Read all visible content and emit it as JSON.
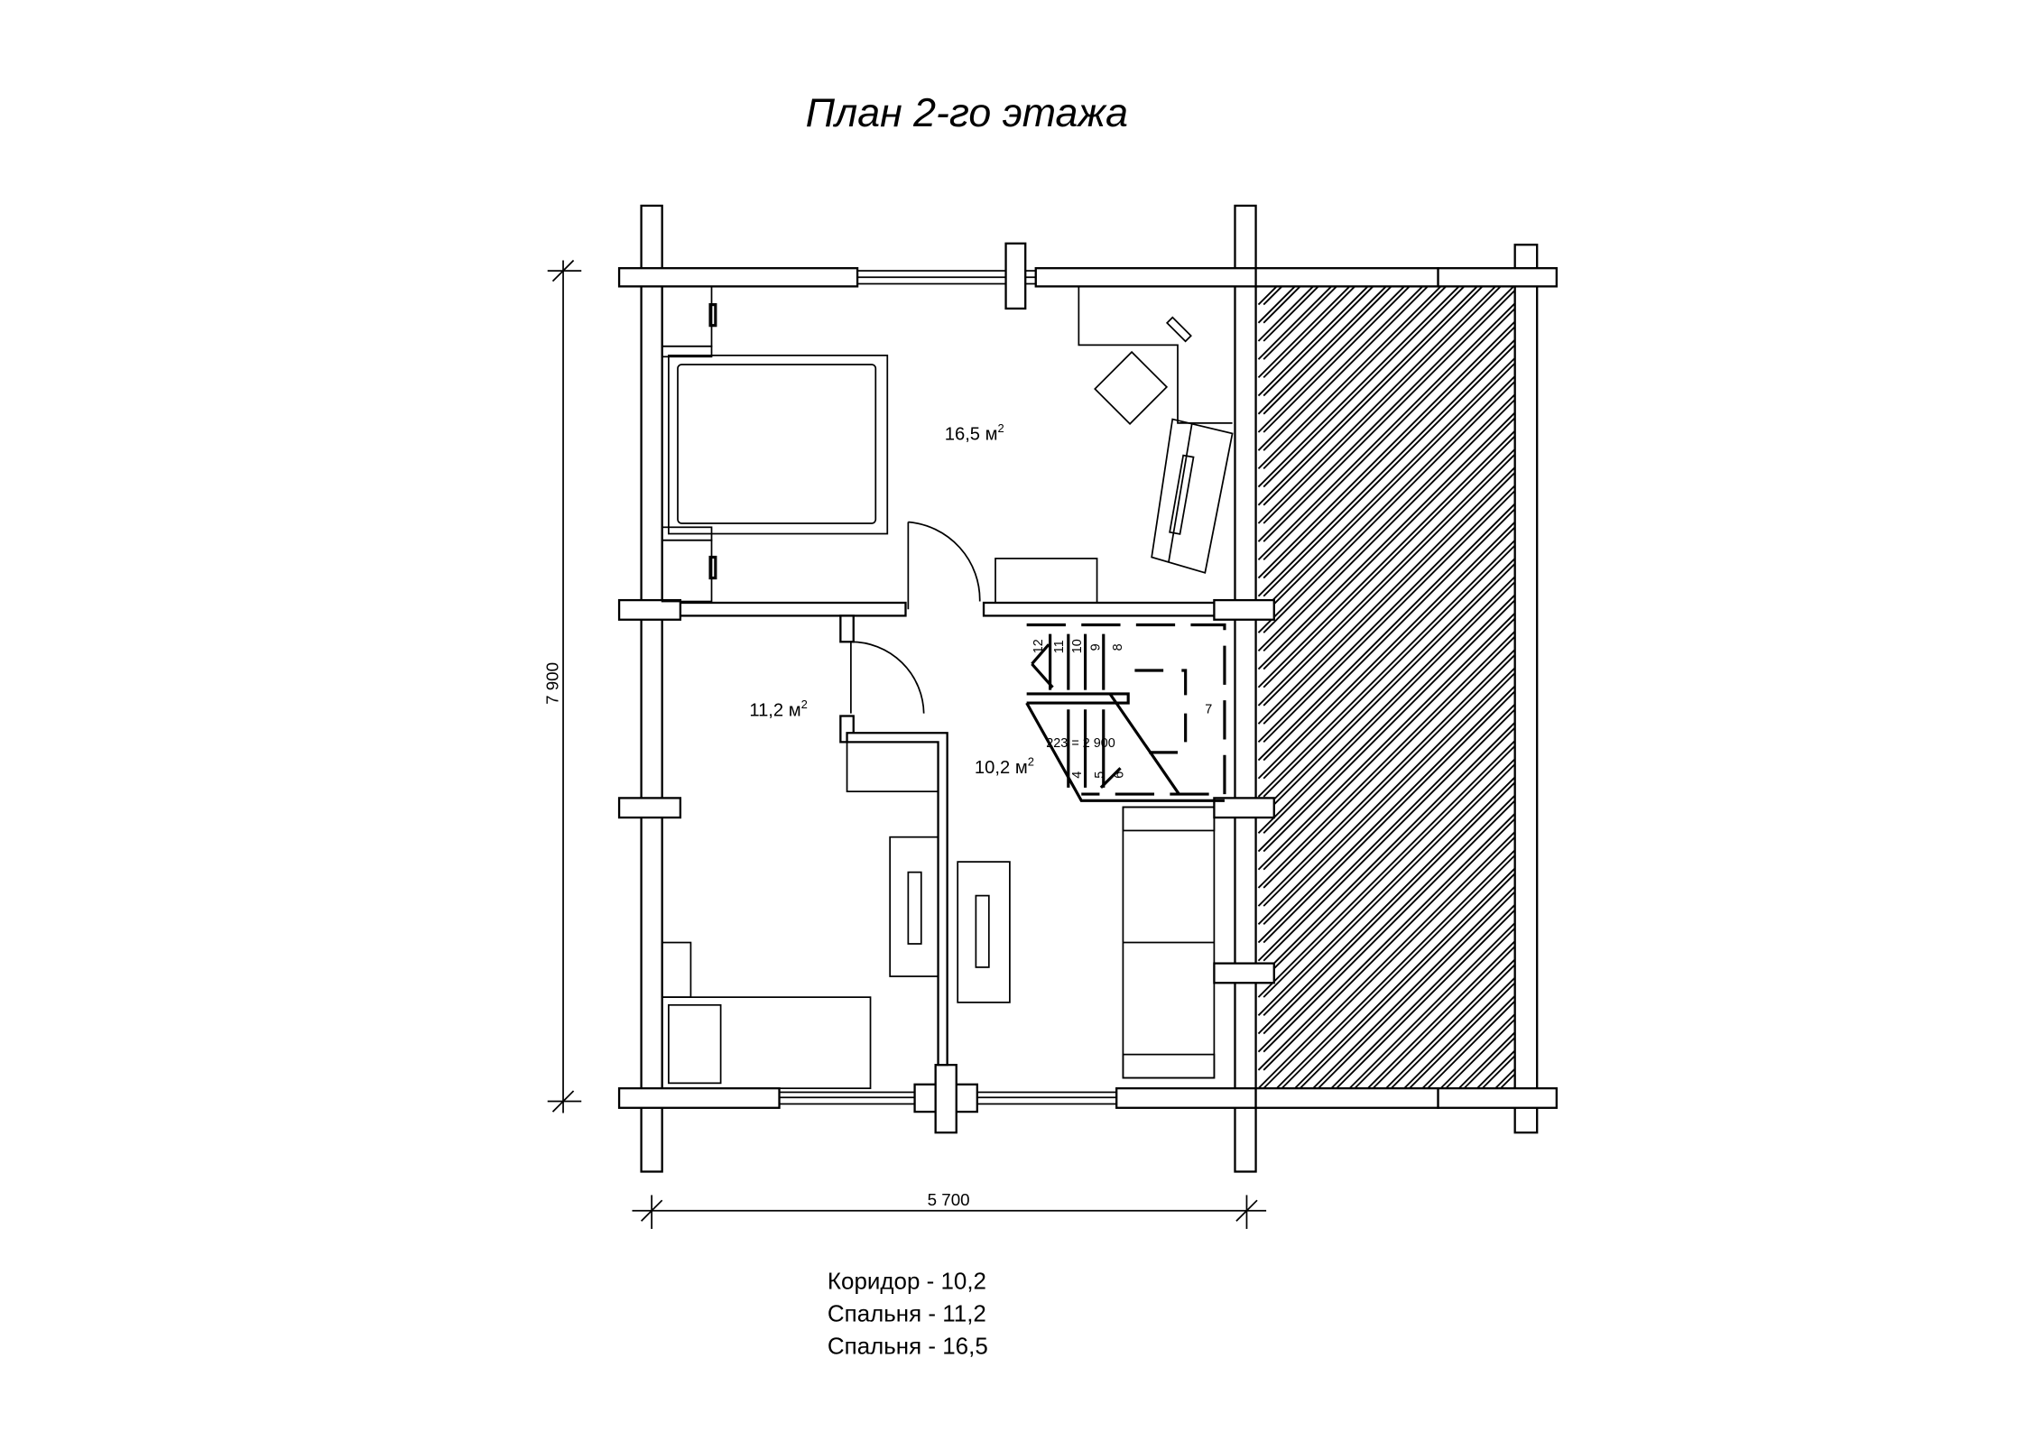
{
  "title": "План 2-го этажа",
  "rooms": [
    {
      "name": "bedroom-large",
      "area": "16,5 м",
      "sup": "2"
    },
    {
      "name": "bedroom-small",
      "area": "11,2 м",
      "sup": "2"
    },
    {
      "name": "corridor",
      "area": "10,2 м",
      "sup": "2"
    }
  ],
  "dimensions": {
    "height": "7 900",
    "width": "5 700"
  },
  "stairs": {
    "steps_top": [
      "12",
      "11",
      "10",
      "9",
      "8"
    ],
    "landing": "7",
    "steps_bottom": [
      "4",
      "5",
      "6"
    ],
    "formula": "223 = 2 900"
  },
  "legend": [
    "Коридор - 10,2",
    "Спальня - 11,2",
    "Спальня - 16,5"
  ]
}
